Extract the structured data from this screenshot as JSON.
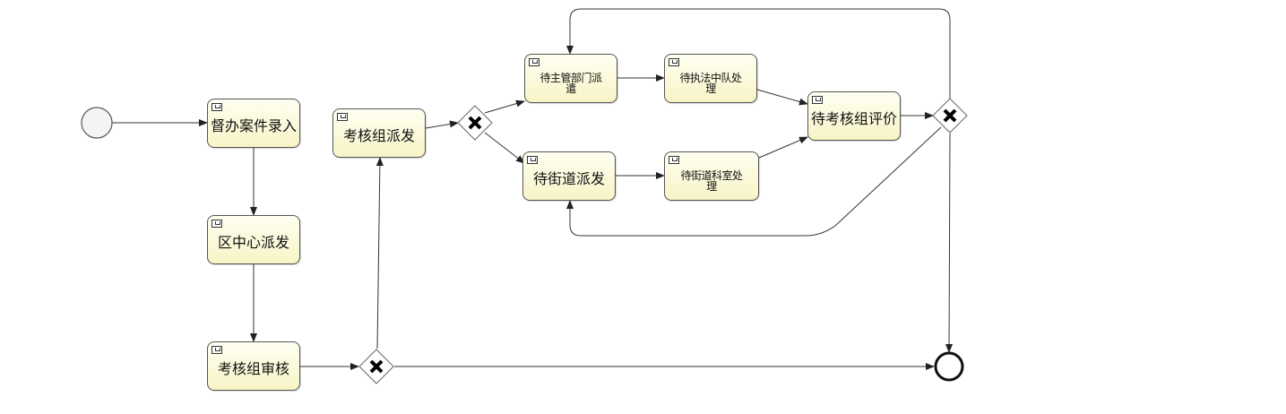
{
  "diagram": {
    "tasks": {
      "t1": "督办案件录入",
      "t2": "区中心派发",
      "t3": "考核组审核",
      "t4": "考核组派发",
      "t5": "待主管部门派遣",
      "t6": "待执法中队处理",
      "t7": "待街道派发",
      "t8": "待街道科室处理",
      "t9": "待考核组评价"
    },
    "task_icon": "user-task-icon",
    "gateway_icon": "exclusive-gateway-x-icon",
    "colors": {
      "task_fill_top": "#fffff2",
      "task_fill_bottom": "#f7f4c6",
      "stroke": "#333333",
      "start_fill": "#f4f4f4"
    }
  }
}
